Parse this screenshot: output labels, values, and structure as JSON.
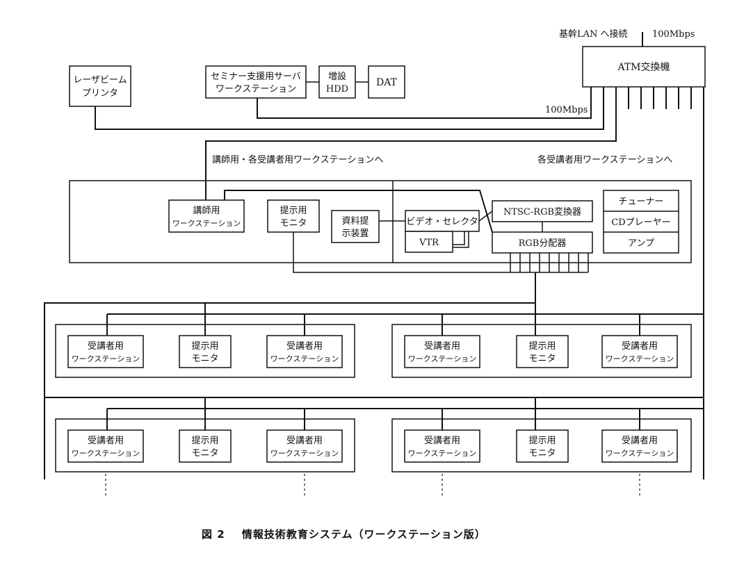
{
  "labels": {
    "backbone": "基幹LAN へ接続",
    "speed_top": "100Mbps",
    "speed_mid": "100Mbps",
    "atm": "ATM交換機",
    "printer": [
      "レーザビーム",
      "プリンタ"
    ],
    "server": [
      "セミナー支援用サーバ",
      "ワークステーション"
    ],
    "hdd": [
      "増設",
      "HDD"
    ],
    "dat": "DAT",
    "to_all": "講師用・各受講者用ワークステーションへ",
    "to_students": "各受講者用ワークステーションへ",
    "teacher_ws": [
      "講師用",
      "ワークステーション"
    ],
    "display_monitor": [
      "提示用",
      "モニタ"
    ],
    "material_device": [
      "資料提",
      "示装置"
    ],
    "video_selector": "ビデオ・セレクタ",
    "vtr": "VTR",
    "ntsc": "NTSC-RGB変換器",
    "rgb": "RGB分配器",
    "tuner": "チューナー",
    "cd": "CDプレーヤー",
    "amp": "アンプ",
    "student_ws": [
      "受講者用",
      "ワークステーション"
    ],
    "student_monitor": [
      "提示用",
      "モニタ"
    ]
  },
  "caption": {
    "figure": "図 2",
    "title": "情報技術教育システム（ワークステーション版）"
  }
}
